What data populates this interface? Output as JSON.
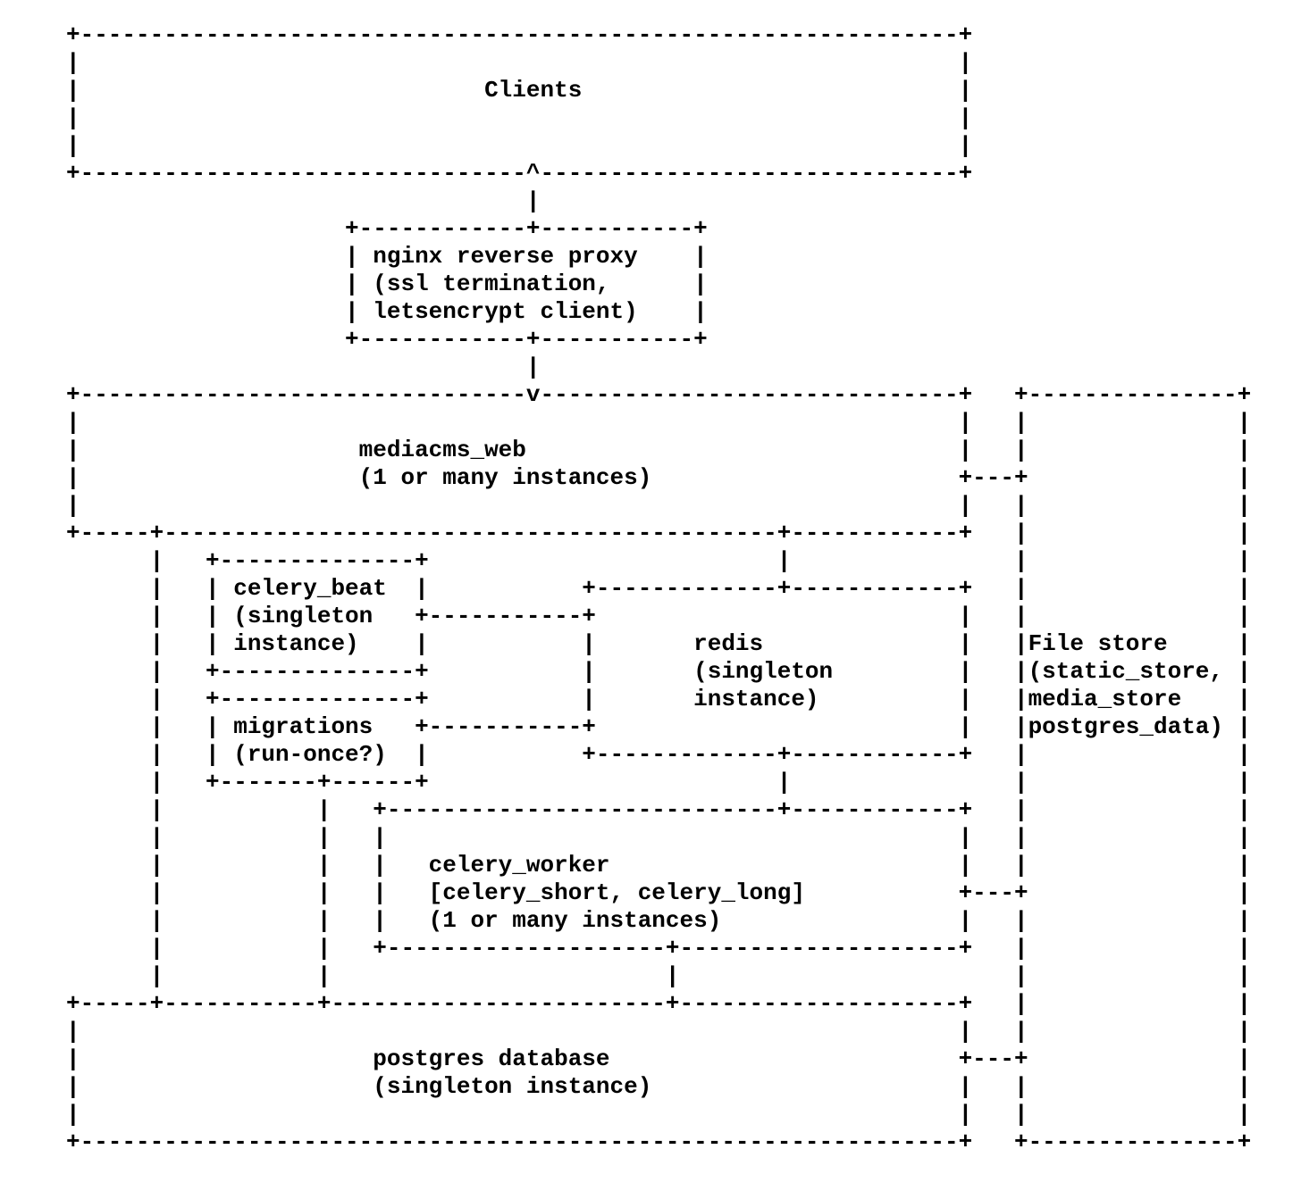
{
  "page": {
    "background_color": "#ffffff",
    "text_color": "#000000"
  },
  "diagram": {
    "kind": "ascii-architecture-diagram",
    "nodes": [
      {
        "id": "clients",
        "label": "Clients"
      },
      {
        "id": "nginx",
        "label": "nginx reverse proxy",
        "sublabel": "(ssl termination, letsencrypt client)"
      },
      {
        "id": "mediacms_web",
        "label": "mediacms_web",
        "sublabel": "(1 or many instances)"
      },
      {
        "id": "celery_beat",
        "label": "celery_beat",
        "sublabel": "(singleton instance)"
      },
      {
        "id": "migrations",
        "label": "migrations",
        "sublabel": "(run-once?)"
      },
      {
        "id": "redis",
        "label": "redis",
        "sublabel": "(singleton instance)"
      },
      {
        "id": "celery_worker",
        "label": "celery_worker",
        "sublabel": "[celery_short, celery_long] (1 or many instances)"
      },
      {
        "id": "postgres",
        "label": "postgres database",
        "sublabel": "(singleton instance)"
      },
      {
        "id": "file_store",
        "label": "File store",
        "sublabel": "(static_store, media_store postgres_data)"
      }
    ],
    "edges": [
      {
        "from": "nginx",
        "to": "clients",
        "arrow": "^"
      },
      {
        "from": "nginx",
        "to": "mediacms_web",
        "arrow": "v"
      },
      {
        "from": "mediacms_web",
        "to": "file_store",
        "arrow": ""
      },
      {
        "from": "mediacms_web",
        "to": "redis",
        "arrow": ""
      },
      {
        "from": "mediacms_web",
        "to": "postgres",
        "arrow": ""
      },
      {
        "from": "celery_beat",
        "to": "redis",
        "arrow": ""
      },
      {
        "from": "migrations",
        "to": "redis",
        "arrow": ""
      },
      {
        "from": "migrations",
        "to": "postgres",
        "arrow": ""
      },
      {
        "from": "redis",
        "to": "celery_worker",
        "arrow": ""
      },
      {
        "from": "celery_worker",
        "to": "postgres",
        "arrow": ""
      },
      {
        "from": "celery_worker",
        "to": "file_store",
        "arrow": ""
      },
      {
        "from": "postgres",
        "to": "file_store",
        "arrow": ""
      }
    ],
    "ascii_lines": [
      "+---------------------------------------------------------------+",
      "|                                                               |",
      "|                             Clients                           |",
      "|                                                               |",
      "|                                                               |",
      "+--------------------------------^------------------------------+",
      "                                 |",
      "                    +------------+-----------+",
      "                    | nginx reverse proxy    |",
      "                    | (ssl termination,      |",
      "                    | letsencrypt client)    |",
      "                    +------------+-----------+",
      "                                 |",
      "+--------------------------------v------------------------------+   +---------------+",
      "|                                                               |   |               |",
      "|                    mediacms_web                               |   |               |",
      "|                    (1 or many instances)                      +---+               |",
      "|                                                               |   |               |",
      "+-----+--------------------------------------------+------------+   |               |",
      "      |   +--------------+                         |                |               |",
      "      |   | celery_beat  |           +-------------+------------+   |               |",
      "      |   | (singleton   +-----------+                          |   |               |",
      "      |   | instance)    |           |       redis              |   |File store     |",
      "      |   +--------------+           |       (singleton         |   |(static_store, |",
      "      |   +--------------+           |       instance)          |   |media_store    |",
      "      |   | migrations   +-----------+                          |   |postgres_data) |",
      "      |   | (run-once?)  |           +-------------+------------+   |               |",
      "      |   +-------+------+                         |                |               |",
      "      |           |   +----------------------------+------------+   |               |",
      "      |           |   |                                         |   |               |",
      "      |           |   |   celery_worker                         |   |               |",
      "      |           |   |   [celery_short, celery_long]           +---+               |",
      "      |           |   |   (1 or many instances)                 |   |               |",
      "      |           |   +--------------------+--------------------+   |               |",
      "      |           |                        |                        |               |",
      "+-----+-----------+------------------------+--------------------+   |               |",
      "|                                                               |   |               |",
      "|                     postgres database                         +---+               |",
      "|                     (singleton instance)                      |   |               |",
      "|                                                               |   |               |",
      "+---------------------------------------------------------------+   +---------------+"
    ]
  }
}
